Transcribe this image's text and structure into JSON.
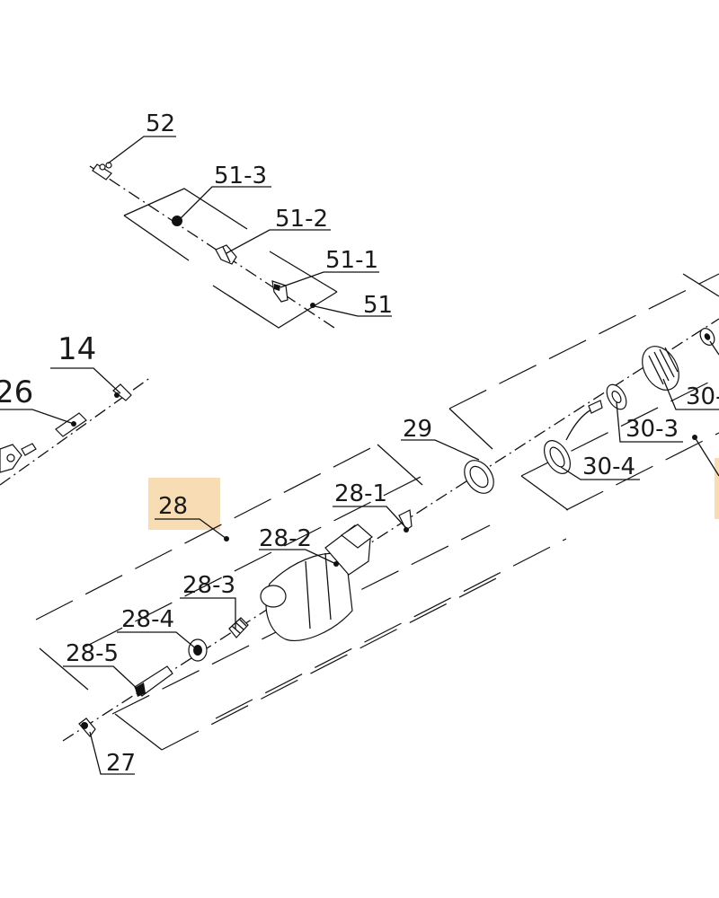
{
  "diagram": {
    "callouts": {
      "c52": "52",
      "c51_3": "51-3",
      "c51_2": "51-2",
      "c51_1": "51-1",
      "c51": "51",
      "c14": "14",
      "c26": "26",
      "c28": "28",
      "c28_1": "28-1",
      "c28_2": "28-2",
      "c28_3": "28-3",
      "c28_4": "28-4",
      "c28_5": "28-5",
      "c27": "27",
      "c29": "29",
      "c30_3": "30-3",
      "c30_4": "30-4",
      "c30_cut": "30-"
    },
    "highlight_color": "#f7dcb4",
    "highlighted_callout": "28"
  }
}
